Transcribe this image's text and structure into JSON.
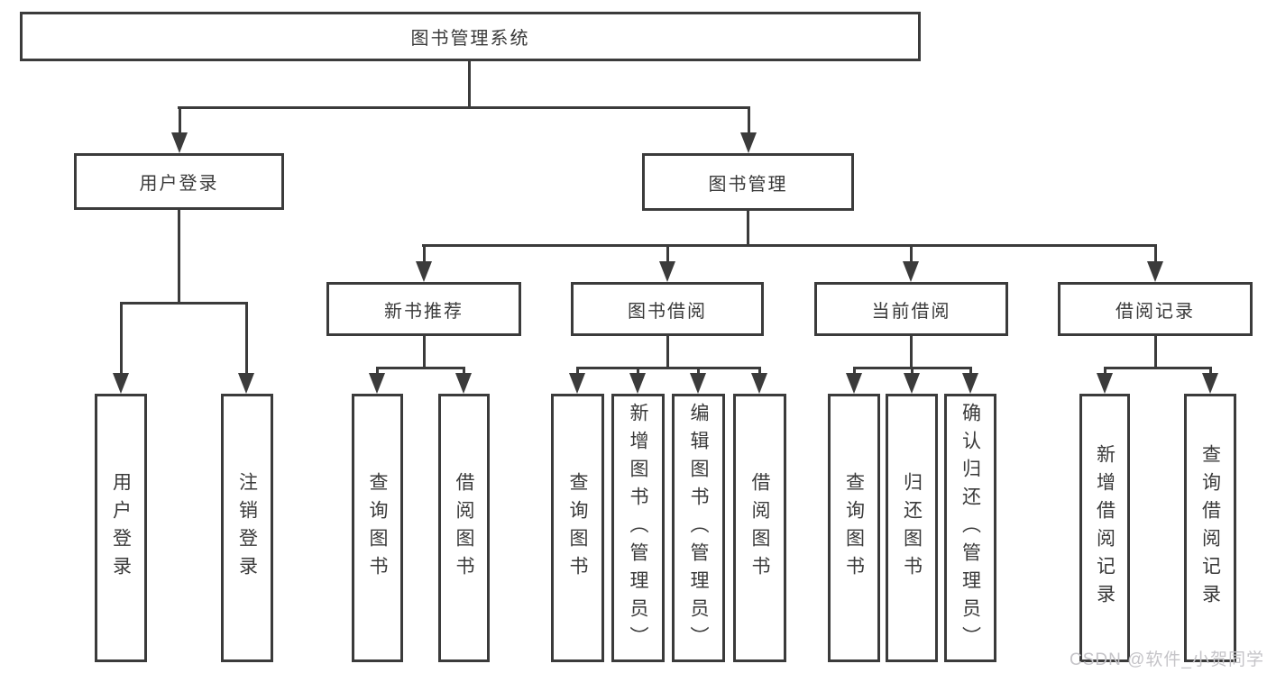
{
  "tree": {
    "label": "图书管理系统",
    "children": [
      {
        "label": "用户登录",
        "children": [
          {
            "label": "用户登录"
          },
          {
            "label": "注销登录"
          }
        ]
      },
      {
        "label": "图书管理",
        "children": [
          {
            "label": "新书推荐",
            "children": [
              {
                "label": "查询图书"
              },
              {
                "label": "借阅图书"
              }
            ]
          },
          {
            "label": "图书借阅",
            "children": [
              {
                "label": "查询图书"
              },
              {
                "label": "新增图书（管理员）"
              },
              {
                "label": "编辑图书（管理员）"
              },
              {
                "label": "借阅图书"
              }
            ]
          },
          {
            "label": "当前借阅",
            "children": [
              {
                "label": "查询图书"
              },
              {
                "label": "归还图书"
              },
              {
                "label": "确认归还（管理员）"
              }
            ]
          },
          {
            "label": "借阅记录",
            "children": [
              {
                "label": "新增借阅记录"
              },
              {
                "label": "查询借阅记录"
              }
            ]
          }
        ]
      }
    ]
  },
  "watermark": "CSDN @软件_小贺同学",
  "colors": {
    "line": "#3b3b3b",
    "text": "#3a3a3a",
    "background": "#ffffff",
    "watermark": "#c5c4c8"
  }
}
